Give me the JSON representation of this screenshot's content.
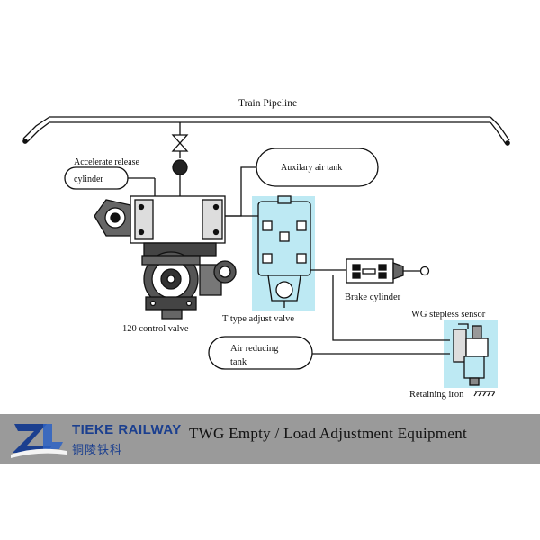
{
  "diagram": {
    "labels": {
      "train_pipeline": "Train Pipeline",
      "accelerate_release_1": "Accelerate release",
      "accelerate_release_2": "cylinder",
      "auxiliary_tank": "Auxilary air tank",
      "control_valve": "120 control valve",
      "t_type_valve": "T type adjust valve",
      "brake_cylinder": "Brake cylinder",
      "wg_sensor": "WG stepless sensor",
      "air_reducing_1": "Air reducing",
      "air_reducing_2": "tank",
      "retaining_iron": "Retaining iron"
    },
    "colors": {
      "highlight": "#bde9f3",
      "line": "#111111"
    }
  },
  "banner": {
    "brand_en": "TIEKE RAILWAY",
    "brand_cn": "铜陵铁科",
    "title": "TWG Empty / Load Adjustment Equipment",
    "background": "#9a9a9a",
    "brand_color": "#1b3f8f",
    "logo_icon": "zl-logo-icon"
  }
}
